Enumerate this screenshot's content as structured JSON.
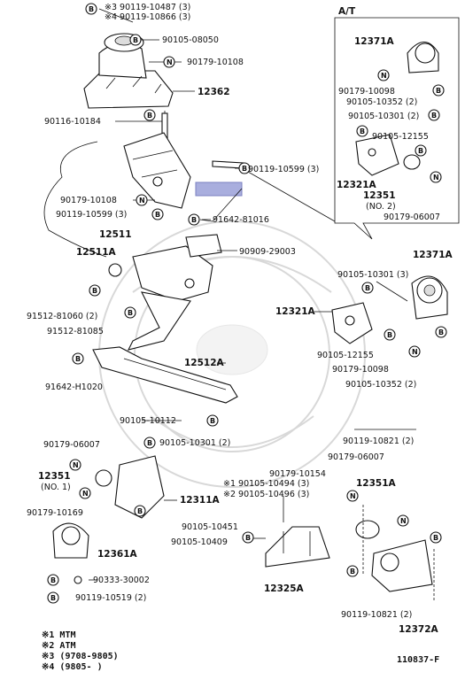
{
  "labels": {
    "at_box": "A/T",
    "p_12371a_at": "12371A",
    "p_90179_10098_at": "90179-10098",
    "p_90105_10352_at": "90105-10352 (2)",
    "p_90105_10301_at": "90105-10301 (2)",
    "p_90105_12155_at": "90105-12155",
    "p_12321a_at": "12321A",
    "p_12351_at": "12351",
    "p_12351_no2": "(NO. 2)",
    "p_90179_06007_at": "90179-06007",
    "p_90119_10487": "※3 90119-10487 (3)",
    "p_90119_10866": "※4 90119-10866 (3)",
    "p_90105_08050": "90105-08050",
    "p_90179_10108_top": "90179-10108",
    "p_12362": "12362",
    "p_90116_10184": "90116-10184",
    "p_90119_10599_r": "90119-10599 (3)",
    "p_90179_10108_l": "90179-10108",
    "p_90119_10599_l": "90119-10599 (3)",
    "p_91642_81016": "91642-81016",
    "p_12511": "12511",
    "p_12511a": "12511A",
    "p_90909_29003": "90909-29003",
    "p_91512_81060": "91512-81060 (2)",
    "p_91512_81085": "91512-81085",
    "p_12512a": "12512A",
    "p_91642_h1020": "91642-H1020",
    "p_90105_10112": "90105-10112",
    "p_90105_10301_r": "90105-10301 (3)",
    "p_12371a_r": "12371A",
    "p_12321a_r": "12321A",
    "p_90105_12155_r": "90105-12155",
    "p_90179_10098_r": "90179-10098",
    "p_90105_10352_r": "90105-10352 (2)",
    "p_90179_06007_l": "90179-06007",
    "p_90105_10301_l": "90105-10301 (2)",
    "p_12351_l": "12351",
    "p_12351_no1": "(NO. 1)",
    "p_90179_10169": "90179-10169",
    "p_12311a": "12311A",
    "p_90105_10451": "90105-10451",
    "p_12361a": "12361A",
    "p_90333_30002": "90333-30002",
    "p_90119_10519": "90119-10519 (2)",
    "p_90179_10154": "90179-10154",
    "p_90105_10494": "※1 90105-10494 (3)",
    "p_90105_10496": "※2 90105-10496 (3)",
    "p_90105_10409": "90105-10409",
    "p_12325a": "12325A",
    "p_90119_10821_top": "90119-10821 (2)",
    "p_90179_06007_r": "90179-06007",
    "p_12351a": "12351A",
    "p_90119_10821_bot": "90119-10821 (2)",
    "p_12372a": "12372A",
    "legend_1": "※1  MTM",
    "legend_2": "※2  ATM",
    "legend_3": "※3  (9708-9805)",
    "legend_4": "※4  (9805-        )",
    "diagram_code": "110837-F"
  },
  "bubbles": {
    "b": "B",
    "n": "N"
  },
  "colors": {
    "highlight": "#a9aede",
    "highlight_border": "#7b80c0"
  }
}
